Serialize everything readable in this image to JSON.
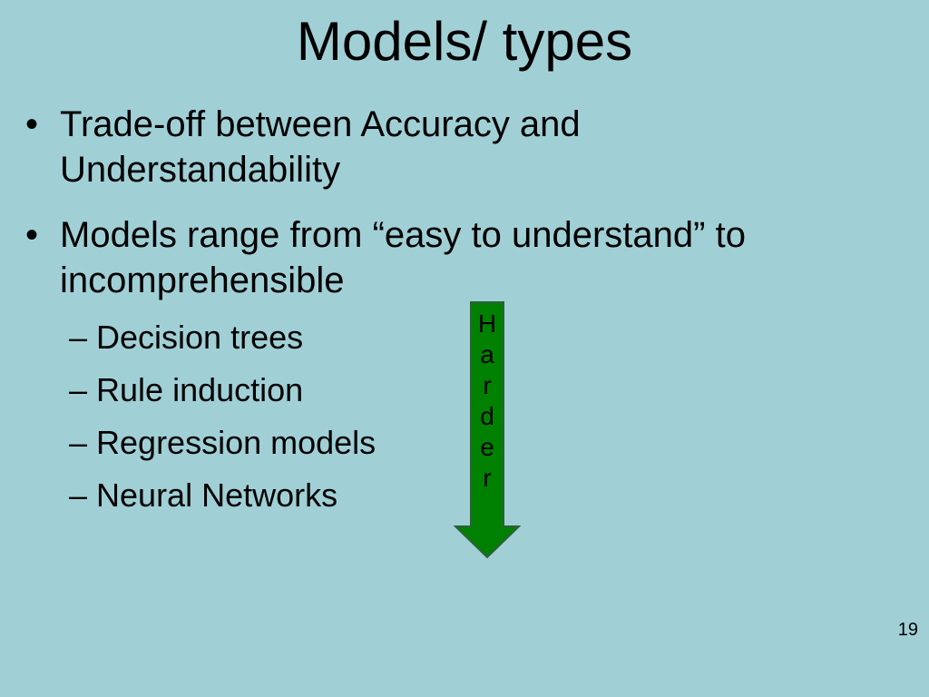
{
  "slide": {
    "title": "Models/ types",
    "bullets": [
      {
        "marker": "•",
        "lines": [
          "Trade-off between Accuracy and",
          "Understandability"
        ]
      },
      {
        "marker": "•",
        "lines": [
          "Models range from “easy to understand” to",
          "incomprehensible"
        ]
      }
    ],
    "sub_items": [
      "– Decision trees",
      "– Rule induction",
      "– Regression models",
      "– Neural Networks"
    ],
    "arrow": {
      "letters": [
        "H",
        "a",
        "r",
        "d",
        "e",
        "r"
      ],
      "fill_color": "#008000",
      "stroke_color": "#2e5f3a"
    },
    "page_number": "19",
    "background_color": "#a0d0d6"
  }
}
